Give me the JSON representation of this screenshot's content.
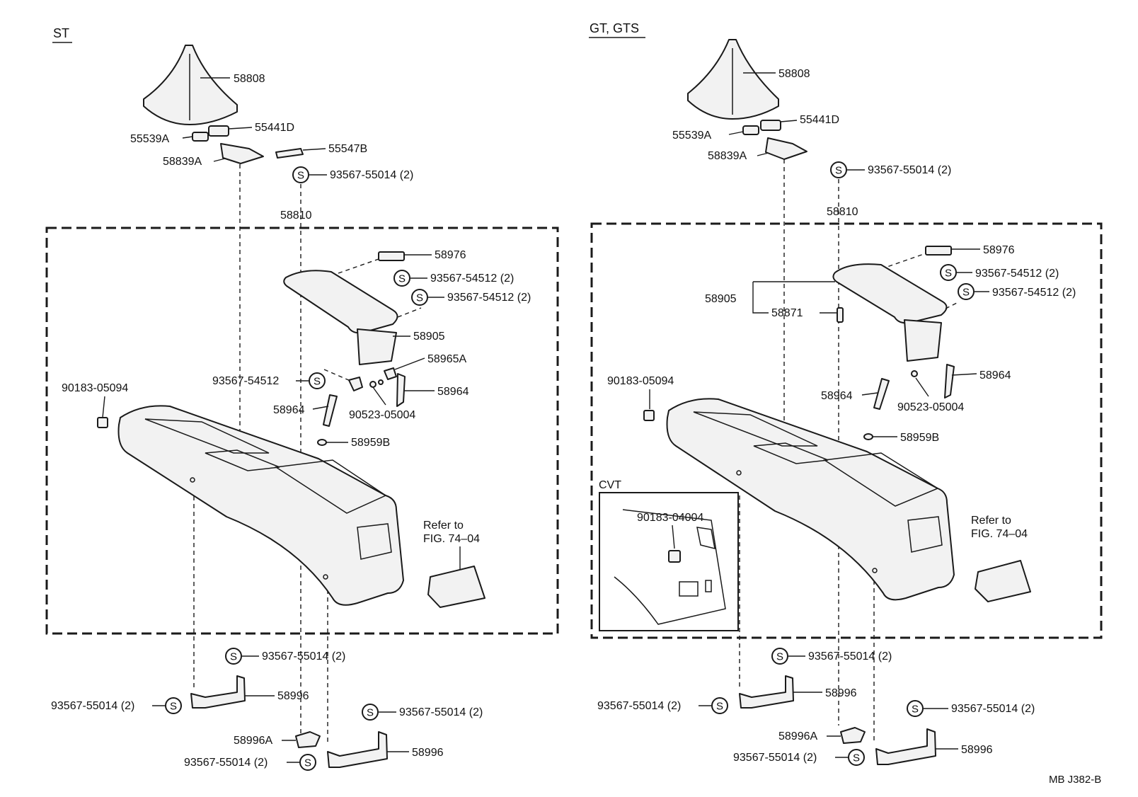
{
  "sections": {
    "st": "ST",
    "gt": "GT, GTS",
    "cvt": "CVT"
  },
  "s_symbol": "S",
  "drawing_code": "MB  J382-B",
  "left": {
    "p58808": "58808",
    "p55441D": "55441D",
    "p55539A": "55539A",
    "p55547B": "55547B",
    "p58839A": "58839A",
    "pS_top": "93567-55014 (2)",
    "p58810": "58810",
    "p58976": "58976",
    "pS_54512_a": "93567-54512 (2)",
    "pS_54512_b": "93567-54512 (2)",
    "p58905": "58905",
    "p58965A": "58965A",
    "pS_54512_c": "93567-54512",
    "p58964_a": "58964",
    "p58964_b": "58964",
    "p90523": "90523-05004",
    "p90183": "90183-05094",
    "p58959B": "58959B",
    "refer_1": "Refer to",
    "refer_2": "FIG. 74–04",
    "pS_b1": "93567-55014 (2)",
    "pS_b2": "93567-55014 (2)",
    "p58996_a": "58996",
    "pS_b3": "93567-55014 (2)",
    "p58996A": "58996A",
    "pS_b4": "93567-55014 (2)",
    "p58996_b": "58996"
  },
  "right": {
    "p58808": "58808",
    "p55441D": "55441D",
    "p55539A": "55539A",
    "p58839A": "58839A",
    "pS_top": "93567-55014 (2)",
    "p58810": "58810",
    "p58976": "58976",
    "pS_54512_a": "93567-54512 (2)",
    "pS_54512_b": "93567-54512 (2)",
    "p58905": "58905",
    "p58871": "58871",
    "p90183": "90183-05094",
    "p58964_a": "58964",
    "p58964_b": "58964",
    "p90523": "90523-05004",
    "p58959B": "58959B",
    "cvt_part": "90183-04004",
    "refer_1": "Refer to",
    "refer_2": "FIG. 74–04",
    "pS_b1": "93567-55014 (2)",
    "pS_b2": "93567-55014 (2)",
    "p58996_a": "58996",
    "pS_b3": "93567-55014 (2)",
    "p58996A": "58996A",
    "pS_b4": "93567-55014 (2)",
    "p58996_b": "58996"
  }
}
